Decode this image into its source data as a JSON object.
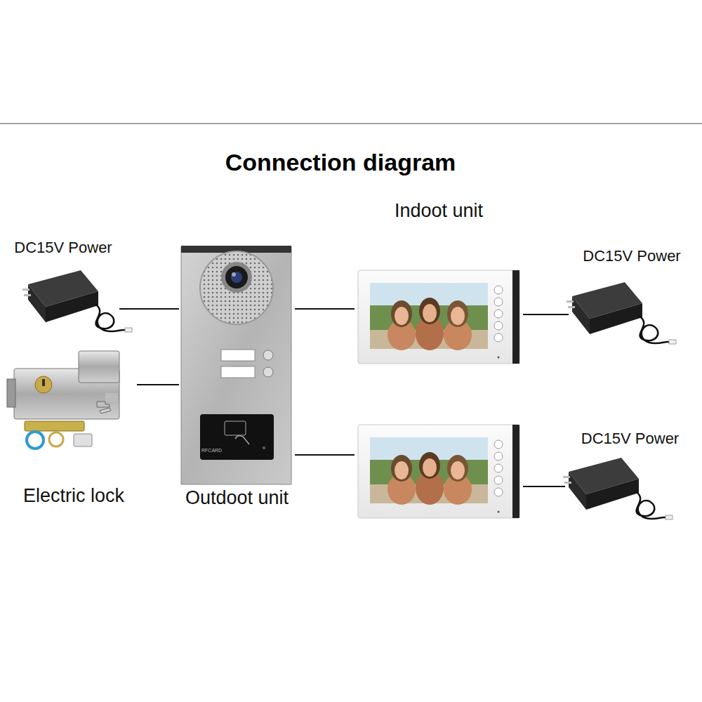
{
  "diagram": {
    "title": "Connection diagram",
    "nodes": [
      {
        "text": [
          "DC15V Power"
        ]
      },
      {
        "text": [
          "Electric lock"
        ]
      },
      {
        "text": [
          "Outdoot unit"
        ]
      },
      {
        "text": [
          "Indoot unit"
        ]
      },
      {
        "text": []
      },
      {
        "text": [
          "DC15V Power"
        ]
      },
      {
        "text": [
          "DC15V Power"
        ]
      }
    ],
    "edges": [
      {
        "from": 0,
        "to": 2,
        "arrow": "none"
      },
      {
        "from": 1,
        "to": 2,
        "arrow": "none"
      },
      {
        "from": 2,
        "to": 3,
        "arrow": "none"
      },
      {
        "from": 2,
        "to": 4,
        "arrow": "none"
      },
      {
        "from": 3,
        "to": 5,
        "arrow": "none"
      },
      {
        "from": 4,
        "to": 6,
        "arrow": "none"
      }
    ],
    "labels": [
      "RFCARD"
    ]
  }
}
